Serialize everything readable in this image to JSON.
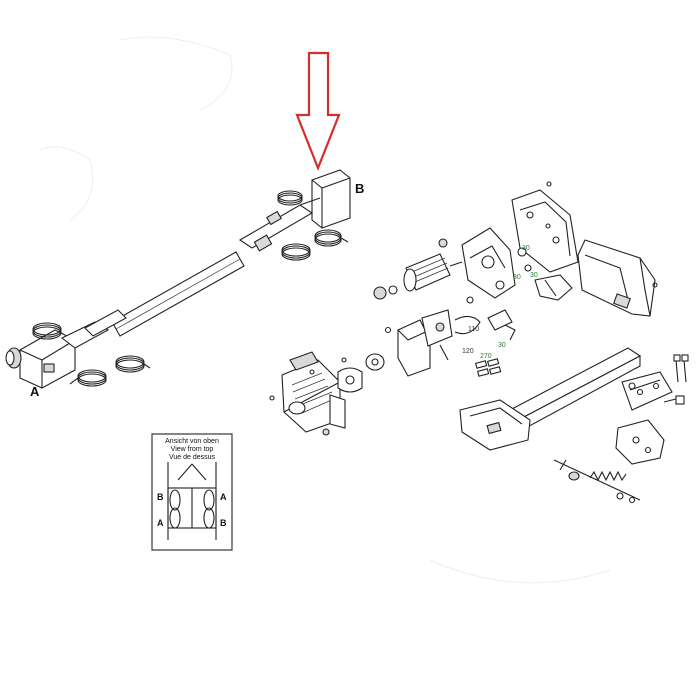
{
  "arrow": {
    "color": "#d32f2f",
    "direction": "down"
  },
  "labels": {
    "end_a": "A",
    "end_b": "B"
  },
  "part_numbers": {
    "n110": "110",
    "n120": "120",
    "n270": "270",
    "n30a": "30",
    "n30b": "30",
    "n30c": "30",
    "n30d": "30"
  },
  "inset": {
    "line1": "Ansicht von oben",
    "line2": "View from top",
    "line3": "Vue de dessus",
    "markers": {
      "top_left": "B",
      "top_right": "A",
      "bottom_left": "A",
      "bottom_right": "B"
    }
  },
  "colors": {
    "line": "#222222",
    "accent_arrow": "#d32f2f",
    "part_number_green": "#2e7d32"
  }
}
